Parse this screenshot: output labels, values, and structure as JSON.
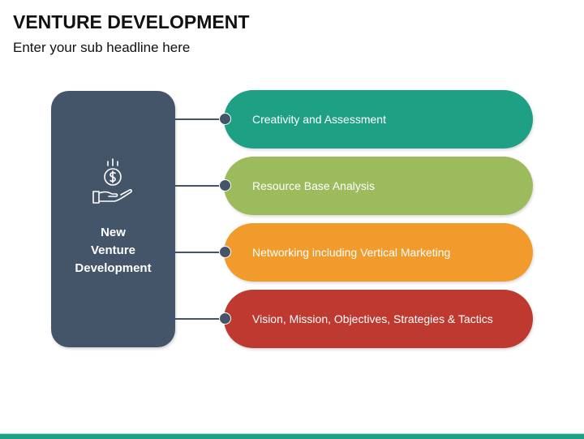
{
  "header": {
    "title": "VENTURE DEVELOPMENT",
    "subtitle": "Enter your sub headline here"
  },
  "hub": {
    "icon": "hand-holding-dollar-coin-icon",
    "label_lines": [
      "New",
      "Venture",
      "Development"
    ],
    "color": "#445469"
  },
  "items": [
    {
      "label": "Creativity and Assessment",
      "color": "#1ea085"
    },
    {
      "label": "Resource Base Analysis",
      "color": "#9bbb5c"
    },
    {
      "label": "Networking including Vertical Marketing",
      "color": "#f19b2c"
    },
    {
      "label": "Vision, Mission, Objectives, Strategies & Tactics",
      "color": "#be3a30"
    }
  ],
  "footer": {
    "bar_color": "#1ea085"
  }
}
